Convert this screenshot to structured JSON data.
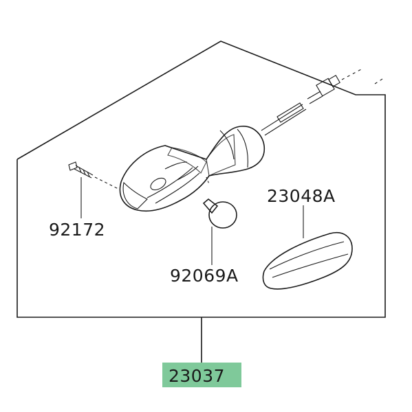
{
  "parts": {
    "screw": "92172",
    "bulb": "92069A",
    "lens": "23048A",
    "assembly": "23037"
  },
  "colors": {
    "assembly_highlight": "#7fc99a",
    "line": "#1a1a1a"
  }
}
